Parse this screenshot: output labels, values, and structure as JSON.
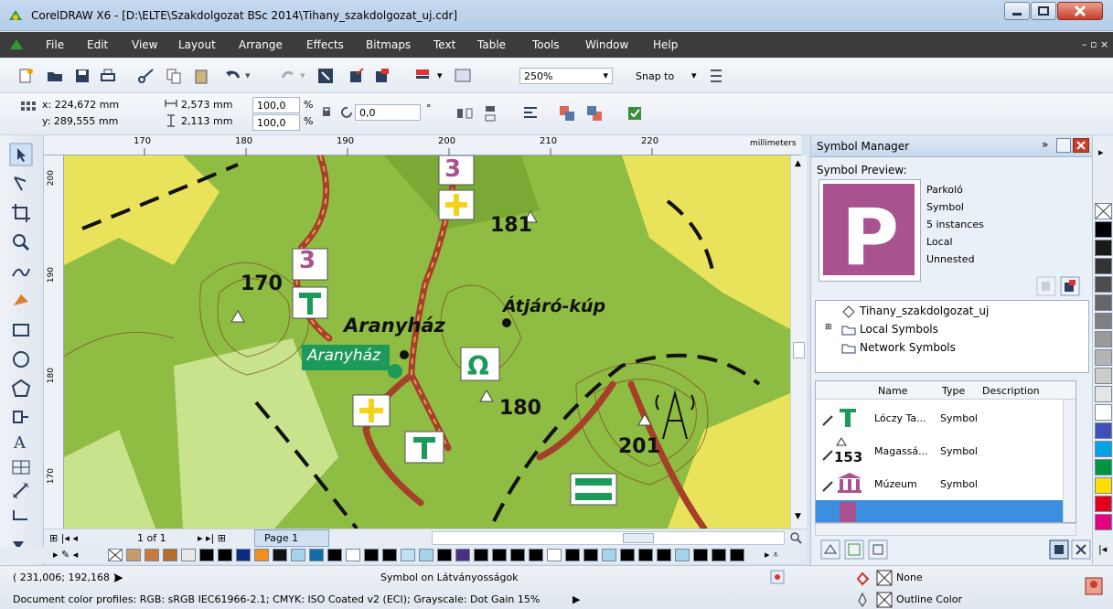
{
  "window": {
    "title": "CorelDRAW X6 - [D:\\ELTE\\Szakdolgozat BSc 2014\\Tihany_szakdolgozat_uj.cdr]"
  },
  "menu": {
    "items": [
      "File",
      "Edit",
      "View",
      "Layout",
      "Arrange",
      "Effects",
      "Bitmaps",
      "Text",
      "Table",
      "Tools",
      "Window",
      "Help"
    ]
  },
  "toolbar": {
    "zoom": "250%",
    "snap_to": "Snap to"
  },
  "property_bar": {
    "x": "x: 224,672 mm",
    "y": "y: 289,555 mm",
    "width": "2,573 mm",
    "height": "2,113 mm",
    "scale_x": "100,0",
    "scale_y": "100,0",
    "percent": "%",
    "rotation": "0,0",
    "degree": "°"
  },
  "ruler": {
    "ticks": [
      "170",
      "180",
      "190",
      "200",
      "210",
      "220"
    ],
    "units": "millimeters",
    "vticks": [
      "200",
      "190",
      "180",
      "170"
    ]
  },
  "map": {
    "labels": [
      "3",
      "181",
      "170",
      "Átjáró-kúp",
      "Aranyház",
      "Aranyház",
      "180",
      "201",
      "3"
    ]
  },
  "page_nav": {
    "count": "1 of 1",
    "tab": "Page 1"
  },
  "status": {
    "coords": "( 231,006; 192,168 )",
    "selection": "Symbol on Látványosságok",
    "fill": "None",
    "outline": "Outline Color",
    "profiles": "Document color profiles: RGB: sRGB IEC61966-2.1; CMYK: ISO Coated v2 (ECI); Grayscale: Dot Gain 15%"
  },
  "docker": {
    "title": "Symbol Manager",
    "preview_label": "Symbol Preview:",
    "preview_info": [
      "Parkoló",
      "Symbol",
      "5 instances",
      "Local",
      "Unnested"
    ],
    "tree": [
      "Tihany_szakdolgozat_uj",
      "Local Symbols",
      "Network Symbols"
    ],
    "columns": [
      "Name",
      "Type",
      "Description"
    ],
    "rows": [
      {
        "name": "Lóczy Ta...",
        "type": "Symbol"
      },
      {
        "name": "Magassá...",
        "type": "Symbol"
      },
      {
        "name": "Múzeum",
        "type": "Symbol"
      }
    ]
  },
  "colors": {
    "accent": "#a8528f",
    "map_green": "#8fbc42",
    "trail": "#a6402a"
  }
}
